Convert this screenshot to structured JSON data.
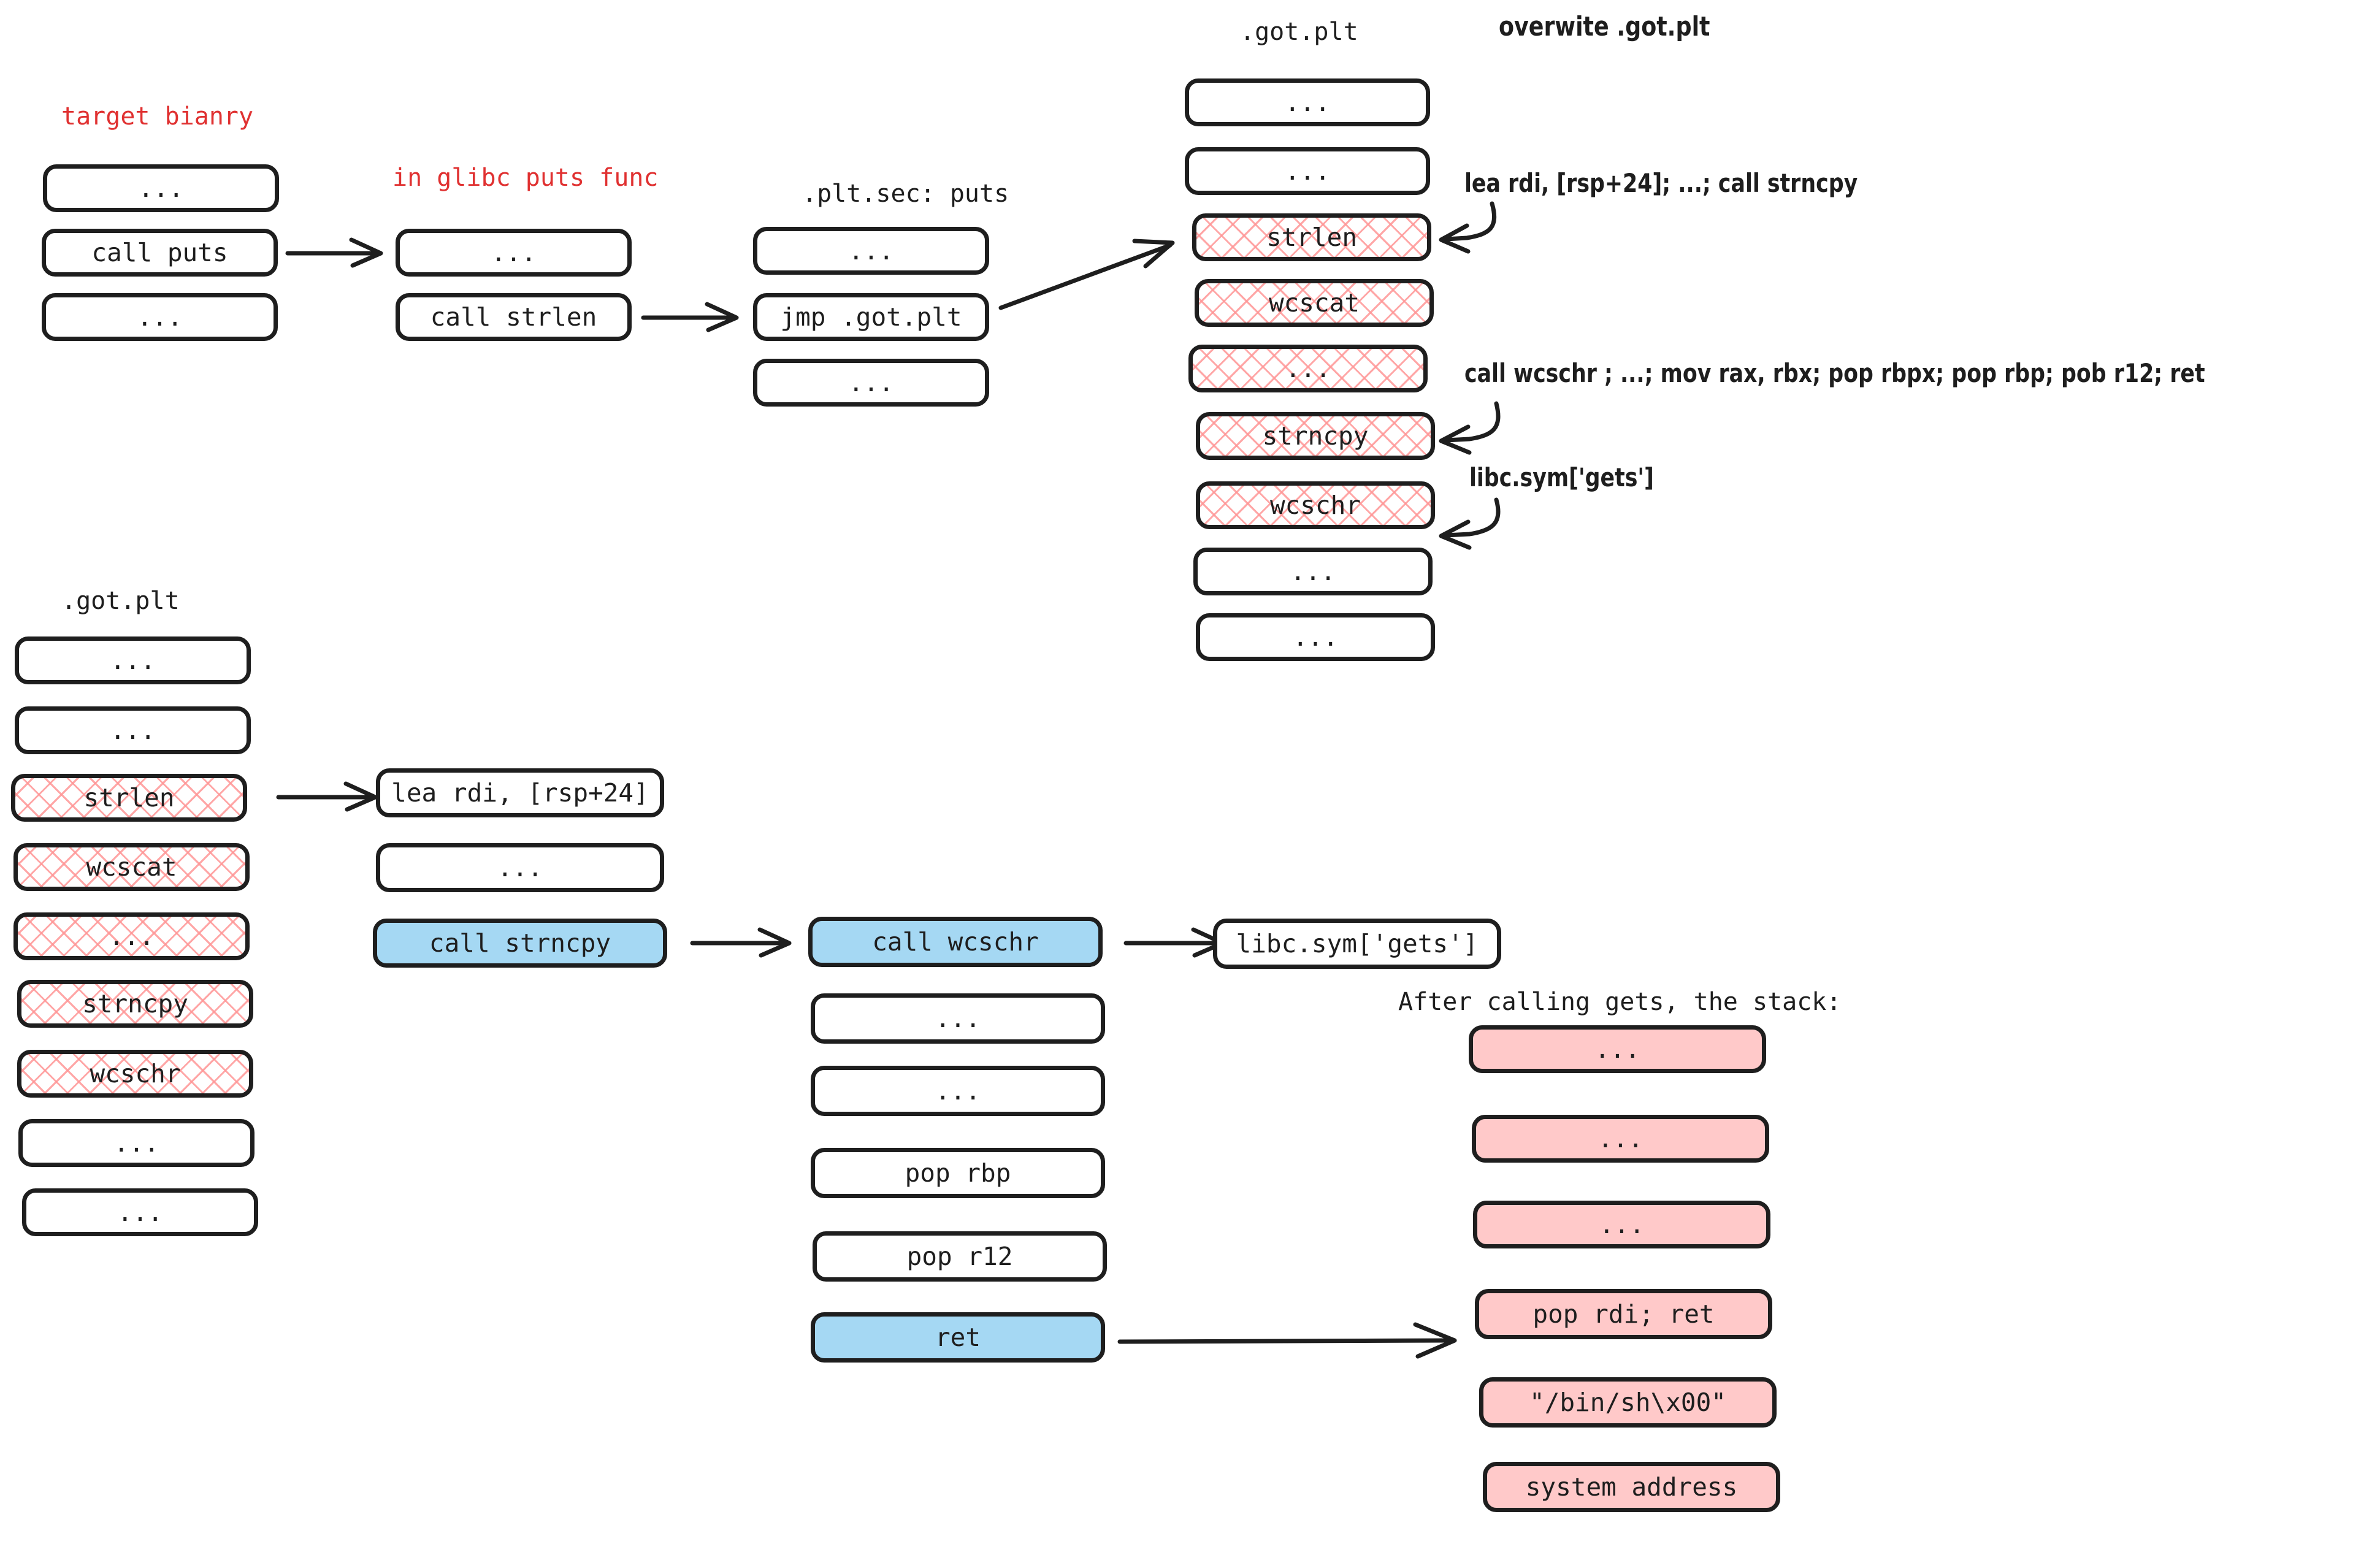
{
  "diagram": {
    "title_labels": {
      "target_binary": "target bianry",
      "glibc_puts": "in glibc puts func",
      "plt_sec_puts": ".plt.sec: puts",
      "got_plt_top": ".got.plt",
      "got_plt_bottom": ".got.plt",
      "overwrite_got_plt": "overwite .got.plt",
      "after_gets": "After calling gets, the stack:"
    },
    "annotations": [
      "lea rdi, [rsp+24];  ...; call strncpy",
      "call wcschr ;  ...; mov rax, rbx; pop rbpx; pop rbp; pob r12; ret",
      "libc.sym['gets']"
    ],
    "columns": {
      "target_binary": [
        {
          "text": "...",
          "fill": "none"
        },
        {
          "text": "call puts",
          "fill": "none"
        },
        {
          "text": "...",
          "fill": "none"
        }
      ],
      "glibc_puts": [
        {
          "text": "...",
          "fill": "none"
        },
        {
          "text": "call strlen",
          "fill": "none"
        }
      ],
      "plt_sec_puts": [
        {
          "text": "...",
          "fill": "none"
        },
        {
          "text": "jmp .got.plt",
          "fill": "none"
        },
        {
          "text": "...",
          "fill": "none"
        }
      ],
      "got_plt_top": [
        {
          "text": "...",
          "fill": "none"
        },
        {
          "text": "...",
          "fill": "none"
        },
        {
          "text": "strlen",
          "fill": "hatch"
        },
        {
          "text": "wcscat",
          "fill": "hatch"
        },
        {
          "text": "...",
          "fill": "hatch"
        },
        {
          "text": "strncpy",
          "fill": "hatch"
        },
        {
          "text": "wcschr",
          "fill": "hatch"
        },
        {
          "text": "...",
          "fill": "none"
        },
        {
          "text": "...",
          "fill": "none"
        }
      ],
      "got_plt_bottom": [
        {
          "text": "...",
          "fill": "none"
        },
        {
          "text": "...",
          "fill": "none"
        },
        {
          "text": "strlen",
          "fill": "hatch"
        },
        {
          "text": "wcscat",
          "fill": "hatch"
        },
        {
          "text": "...",
          "fill": "hatch"
        },
        {
          "text": "strncpy",
          "fill": "hatch"
        },
        {
          "text": "wcschr",
          "fill": "hatch"
        },
        {
          "text": "...",
          "fill": "none"
        },
        {
          "text": "...",
          "fill": "none"
        }
      ],
      "strncpy_gadget": [
        {
          "text": "lea rdi, [rsp+24]",
          "fill": "none"
        },
        {
          "text": "...",
          "fill": "none"
        },
        {
          "text": "call strncpy",
          "fill": "blue"
        }
      ],
      "wcschr_gadget": [
        {
          "text": "call wcschr",
          "fill": "blue"
        },
        {
          "text": "...",
          "fill": "none"
        },
        {
          "text": "...",
          "fill": "none"
        },
        {
          "text": "pop rbp",
          "fill": "none"
        },
        {
          "text": "pop r12",
          "fill": "none"
        },
        {
          "text": "ret",
          "fill": "blue"
        }
      ],
      "gets_target": [
        {
          "text": "libc.sym['gets']",
          "fill": "none"
        }
      ],
      "stack_after_gets": [
        {
          "text": "...",
          "fill": "pink"
        },
        {
          "text": "...",
          "fill": "pink"
        },
        {
          "text": "...",
          "fill": "pink"
        },
        {
          "text": "pop rdi; ret",
          "fill": "pink"
        },
        {
          "text": "\"/bin/sh\\x00\"",
          "fill": "pink"
        },
        {
          "text": "system address",
          "fill": "pink"
        }
      ]
    },
    "colors": {
      "stroke": "#1e1e1e",
      "red_label": "#e03131",
      "hatch": "#ff9696",
      "blue_fill": "#a5d8f3",
      "pink_fill": "#ffc9c9"
    }
  }
}
